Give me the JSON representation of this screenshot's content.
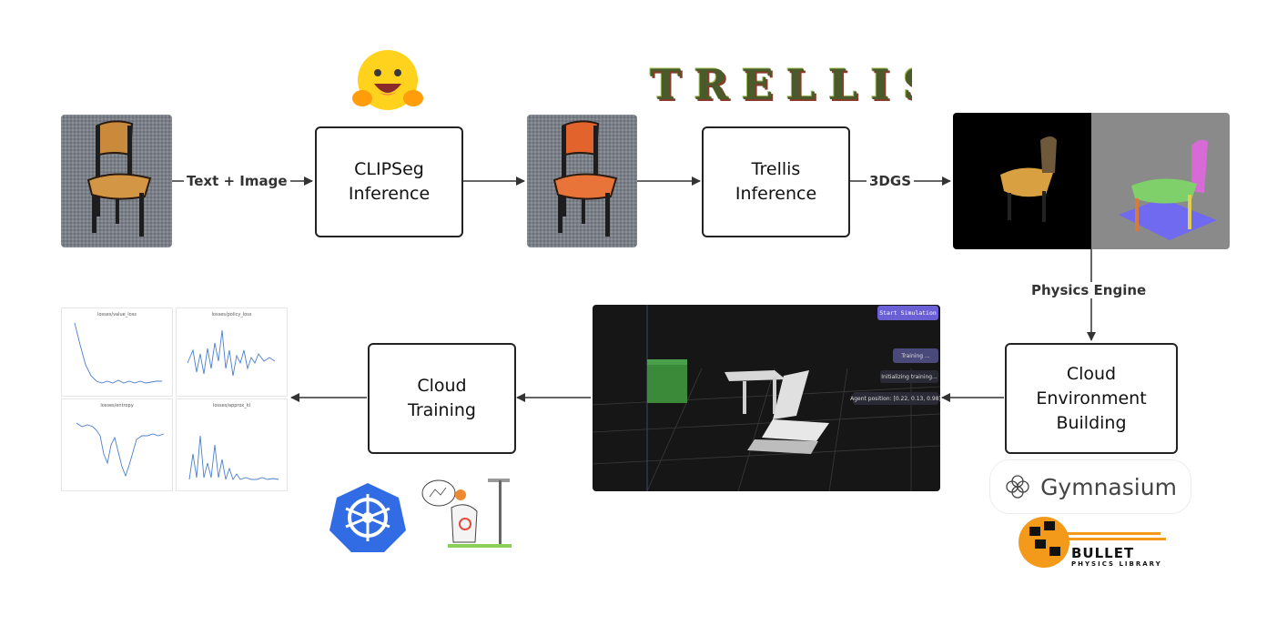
{
  "nodes": {
    "clipseg": "CLIPSeg\nInference",
    "trellis": "Trellis\nInference",
    "cloud_env": "Cloud\nEnvironment\nBuilding",
    "cloud_training": "Cloud\nTraining"
  },
  "edge_labels": {
    "text_image": "Text + Image",
    "three_dgs": "3DGS",
    "physics_engine": "Physics Engine"
  },
  "logos": {
    "trellis": "TRELLIS",
    "gymnasium": "Gymnasium",
    "bullet": "BULLET",
    "bullet_sub": "PHYSICS LIBRARY"
  },
  "simulation": {
    "start_button": "Start Simulation",
    "training_status": "Training ...",
    "init_status": "Initializing training...",
    "agent_position": "Agent position: [0.22, 0.13, 0.98]"
  },
  "plots": [
    {
      "title": "losses/value_loss"
    },
    {
      "title": "losses/policy_loss"
    },
    {
      "title": "losses/entropy"
    },
    {
      "title": "losses/approx_kl"
    }
  ]
}
